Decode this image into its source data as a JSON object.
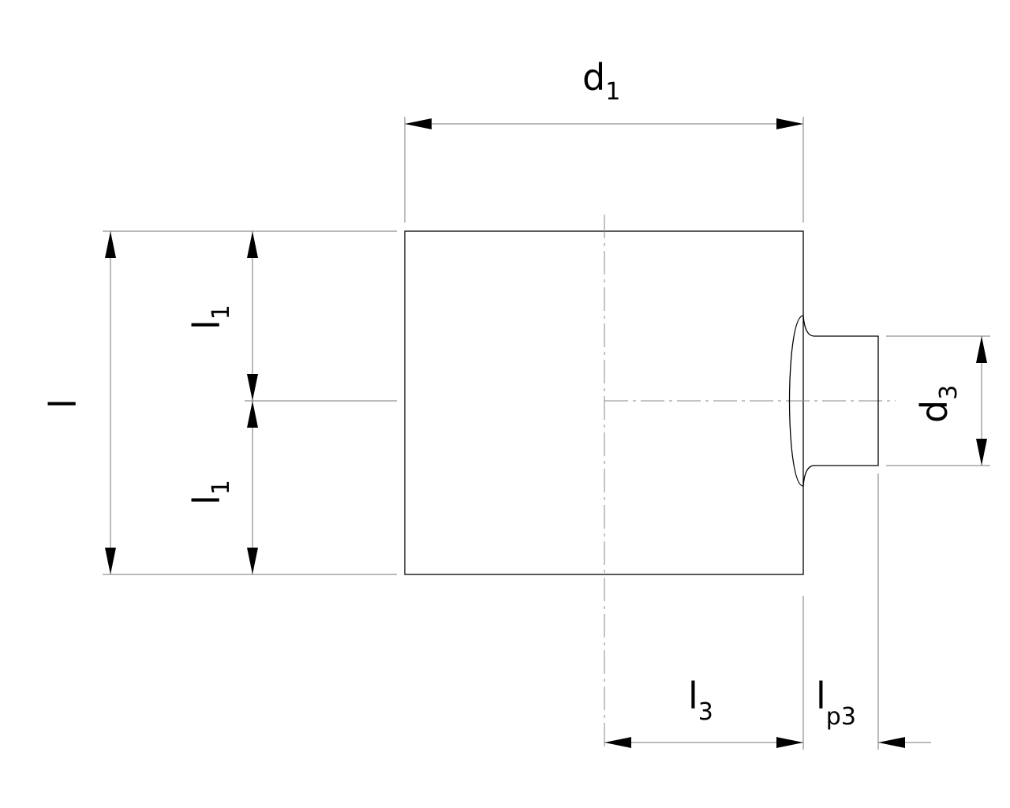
{
  "colors": {
    "stroke": "#000000",
    "dimension_line": "#777777",
    "background": "#ffffff"
  },
  "labels": {
    "d1": {
      "main": "d",
      "sub": "1"
    },
    "d3": {
      "main": "d",
      "sub": "3"
    },
    "l_total": {
      "main": "l"
    },
    "l1_upper": {
      "main": "l",
      "sub": "1"
    },
    "l1_lower": {
      "main": "l",
      "sub": "1"
    },
    "l3": {
      "main": "l",
      "sub": "3"
    },
    "lp3": {
      "main": "l",
      "sub": "p3"
    }
  }
}
